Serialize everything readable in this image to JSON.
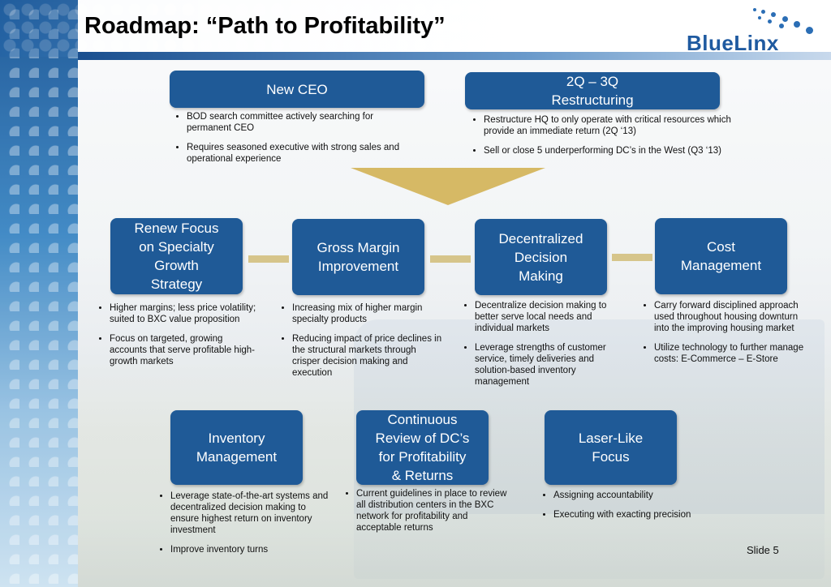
{
  "title": "Roadmap: “Path to Profitability”",
  "logo": {
    "text": "BlueLinx"
  },
  "colors": {
    "box": "#1f5a97",
    "connector": "#d6c58a",
    "funnel": "#d6b965",
    "logo": "#1f5aa0"
  },
  "top_boxes": [
    {
      "lines": [
        "New CEO"
      ],
      "bullets": [
        "BOD search committee actively searching for permanent CEO",
        "Requires seasoned executive with strong sales and operational experience"
      ]
    },
    {
      "lines": [
        "2Q – 3Q",
        "Restructuring"
      ],
      "bullets": [
        "Restructure HQ to only operate with critical resources which provide an immediate return (2Q ‘13)",
        "Sell or close 5 underperforming DC’s in the West (Q3 ‘13)"
      ]
    }
  ],
  "middle_boxes": [
    {
      "lines": [
        "Renew Focus",
        "on Specialty",
        "Growth",
        "Strategy"
      ],
      "bullets": [
        "Higher margins; less price volatility; suited to BXC value proposition",
        "Focus on targeted, growing accounts that serve profitable high-growth markets"
      ]
    },
    {
      "lines": [
        "Gross Margin",
        "Improvement"
      ],
      "bullets": [
        "Increasing mix of higher margin specialty products",
        "Reducing impact of price declines in the structural markets through crisper decision making and execution"
      ]
    },
    {
      "lines": [
        "Decentralized",
        "Decision",
        "Making"
      ],
      "bullets": [
        "Decentralize decision making to better serve local needs and individual markets",
        "Leverage strengths of customer service, timely deliveries and solution-based inventory management"
      ]
    },
    {
      "lines": [
        "Cost",
        "Management"
      ],
      "bullets": [
        "Carry forward disciplined approach used throughout housing downturn into the improving housing market",
        "Utilize technology to further manage costs:  E-Commerce – E-Store"
      ]
    }
  ],
  "bottom_boxes": [
    {
      "lines": [
        "Inventory",
        "Management"
      ],
      "bullets": [
        "Leverage state-of-the-art systems and decentralized decision making to ensure highest return on inventory investment",
        "Improve inventory turns"
      ]
    },
    {
      "lines": [
        "Continuous",
        "Review of DC’s",
        "for Profitability",
        "& Returns"
      ],
      "bullets": [
        "Current guidelines in place to review all distribution centers in the BXC network for profitability and acceptable returns"
      ]
    },
    {
      "lines": [
        "Laser-Like",
        "Focus"
      ],
      "bullets": [
        "Assigning accountability",
        "Executing with exacting precision"
      ]
    }
  ],
  "footer": {
    "slide": "Slide 5"
  }
}
